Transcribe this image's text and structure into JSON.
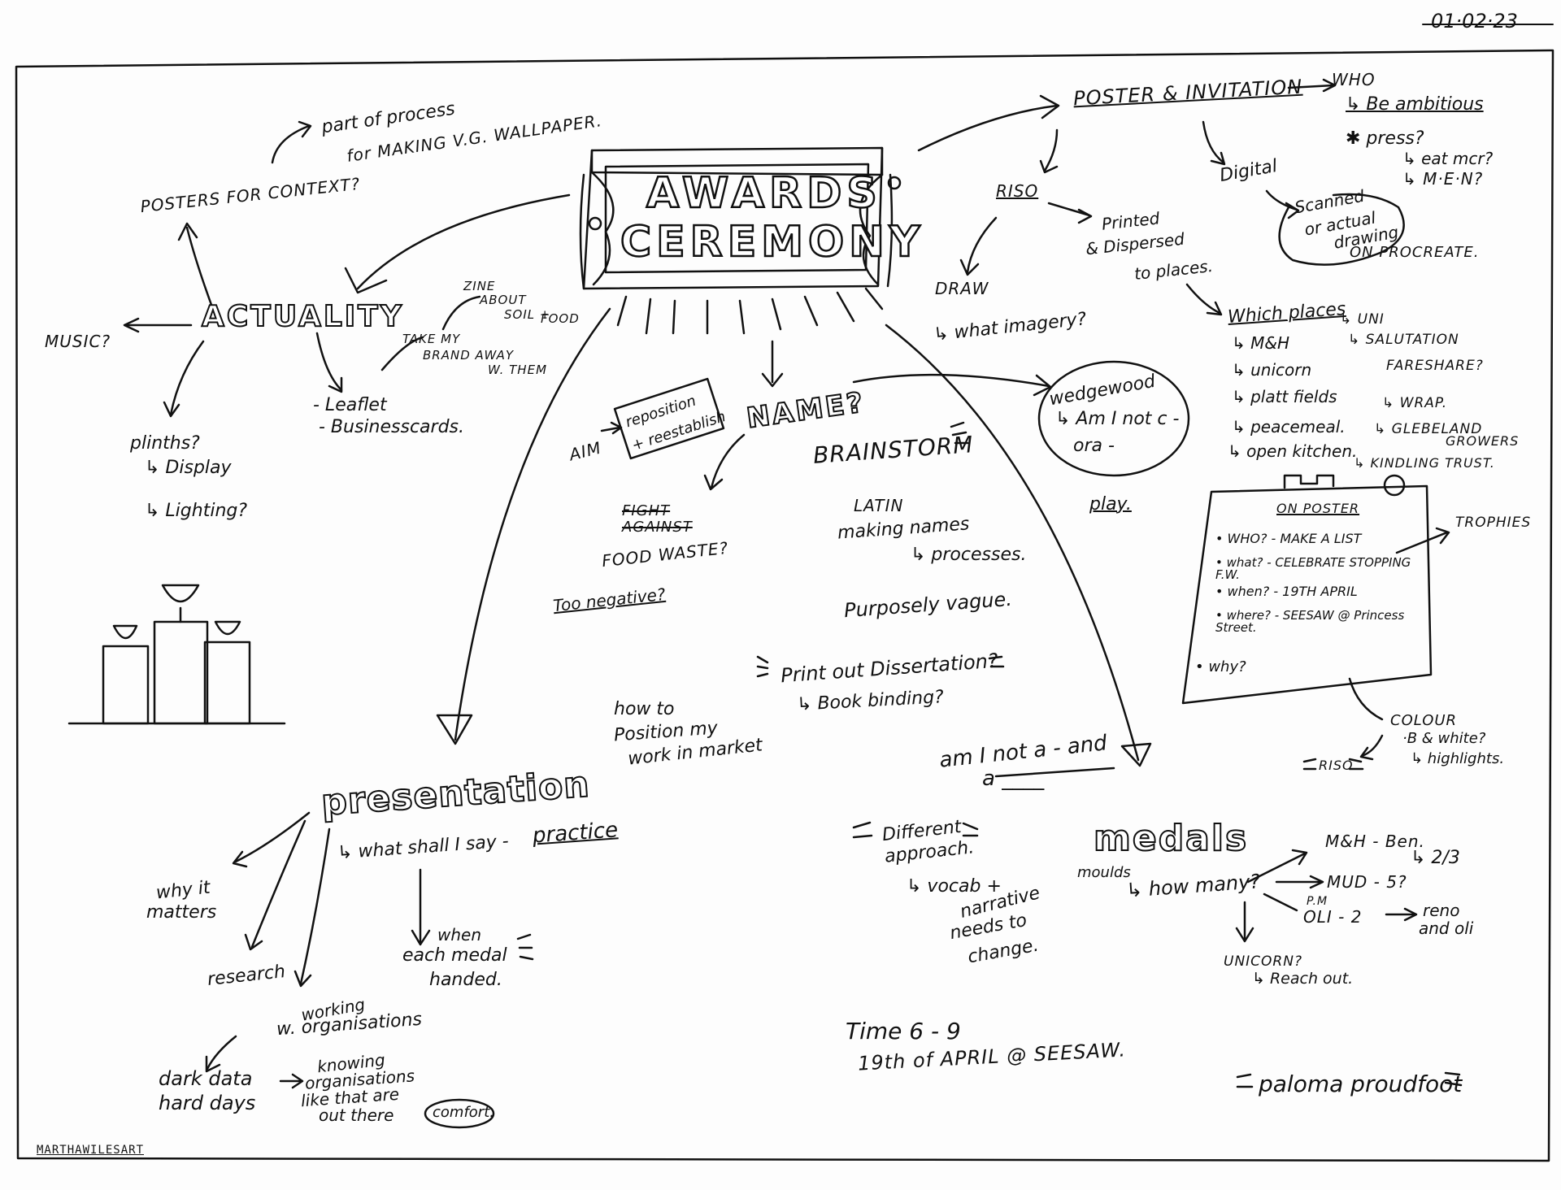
{
  "date": "01·02·23",
  "title": {
    "line1": "AWARDS",
    "line2": "CEREMONY"
  },
  "signature": "MARTHAWILESART",
  "actuality": {
    "heading": "ACTUALITY",
    "posters": "POSTERS FOR CONTEXT?",
    "process_line1": "part of process",
    "process_line2": "for MAKING V.G. WALLPAPER.",
    "music": "MUSIC?",
    "zine_line1": "ZINE",
    "zine_line2": "ABOUT",
    "zine_line3": "SOIL +",
    "zine_line4": "FOOD",
    "brand_line1": "TAKE MY",
    "brand_line2": "BRAND AWAY",
    "brand_line3": "W. THEM",
    "leaflet": "- Leaflet",
    "businesscards": "- Businesscards.",
    "plinths": "plinths?",
    "display": "↳ Display",
    "lighting": "↳ Lighting?"
  },
  "poster": {
    "heading": "POSTER & INVITATION",
    "who": "WHO",
    "ambitious": "↳ Be ambitious",
    "press": "✱ press?",
    "eatmcr": "↳ eat mcr?",
    "men": "↳ M·E·N?",
    "digital": "Digital",
    "scanned_line1": "Scanned",
    "scanned_line2": "or actual",
    "scanned_line3": "drawing",
    "procreate": "ON PROCREATE.",
    "riso": "RISO",
    "printed_line1": "Printed",
    "printed_line2": "& Dispersed",
    "printed_line3": "to places.",
    "draw": "DRAW",
    "imagery": "↳ what imagery?",
    "which_places": "Which places",
    "places_left": [
      "↳ M&H",
      "↳ unicorn",
      "↳ platt fields",
      "↳ peacemeal.",
      "↳ open kitchen."
    ],
    "places_right": [
      "↳ UNI",
      "↳ SALUTATION",
      "FARESHARE?",
      "↳ WRAP.",
      "↳ GLEBELAND",
      "GROWERS",
      "↳ KINDLING TRUST."
    ],
    "wedgewood_line1": "wedgewood",
    "wedgewood_line2": "↳ Am I not c -",
    "wedgewood_line3": "ora -",
    "play": "play."
  },
  "on_poster": {
    "heading": "ON POSTER",
    "items": [
      "• WHO? - MAKE A LIST",
      "• what? - CELEBRATE STOPPING F.W.",
      "• when? - 19TH APRIL",
      "• where? - SEESAW @ Princess Street.",
      "• why?"
    ],
    "trophies": "TROPHIES",
    "colour": "COLOUR",
    "bw": "·B & white?",
    "highlights": "↳ highlights.",
    "riso": "RISO"
  },
  "name": {
    "heading": "NAME?",
    "aim": "AIM",
    "reposition_line1": "reposition",
    "reposition_line2": "+ reestablish",
    "fight_line1": "FIGHT",
    "fight_line2": "AGAINST",
    "food_waste": "FOOD WASTE?",
    "too_negative": "Too negative?",
    "brainstorm": "BRAINSTORM",
    "latin": "LATIN",
    "making_names": "making names",
    "processes": "↳ processes.",
    "vague": "Purposely vague.",
    "print_out": "Print out Dissertation?",
    "book_binding": "↳ Book binding?",
    "how_to_line1": "how to",
    "how_to_line2": "Position my",
    "how_to_line3": "work in market",
    "am_i": "am I not a - and",
    "a_line": "a ____"
  },
  "presentation": {
    "heading": "presentation",
    "what_say": "↳ what shall I say -",
    "practice": "practice",
    "why_matters_line1": "why it",
    "why_matters_line2": "matters",
    "research": "research",
    "working_line1": "working",
    "working_line2": "w. organisations",
    "dark_line1": "dark data",
    "dark_line2": "hard days",
    "knowing_line1": "knowing",
    "knowing_line2": "organisations",
    "knowing_line3": "like that are",
    "knowing_line4": "out there",
    "comfort": "comfort.",
    "when_line1": "when",
    "when_line2": "each medal",
    "when_line3": "handed."
  },
  "medals": {
    "heading": "medals",
    "moulds": "moulds",
    "how_many": "↳ how many?",
    "mh_ben": "M&H - Ben.",
    "two_three": "↳ 2/3",
    "mud": "MUD - 5?",
    "pm": "P.M",
    "oli": "OLI - 2",
    "reno_line1": "reno",
    "reno_line2": "and oli",
    "unicorn": "UNICORN?",
    "reach_out": "↳ Reach out.",
    "different_line1": "Different",
    "different_line2": "approach.",
    "vocab_line1": "↳ vocab +",
    "vocab_line2": "narrative",
    "vocab_line3": "needs to",
    "vocab_line4": "change."
  },
  "event": {
    "time": "Time  6 - 9",
    "date_place": "19th of APRIL @ SEESAW.",
    "paloma": "paloma proudfoot"
  }
}
